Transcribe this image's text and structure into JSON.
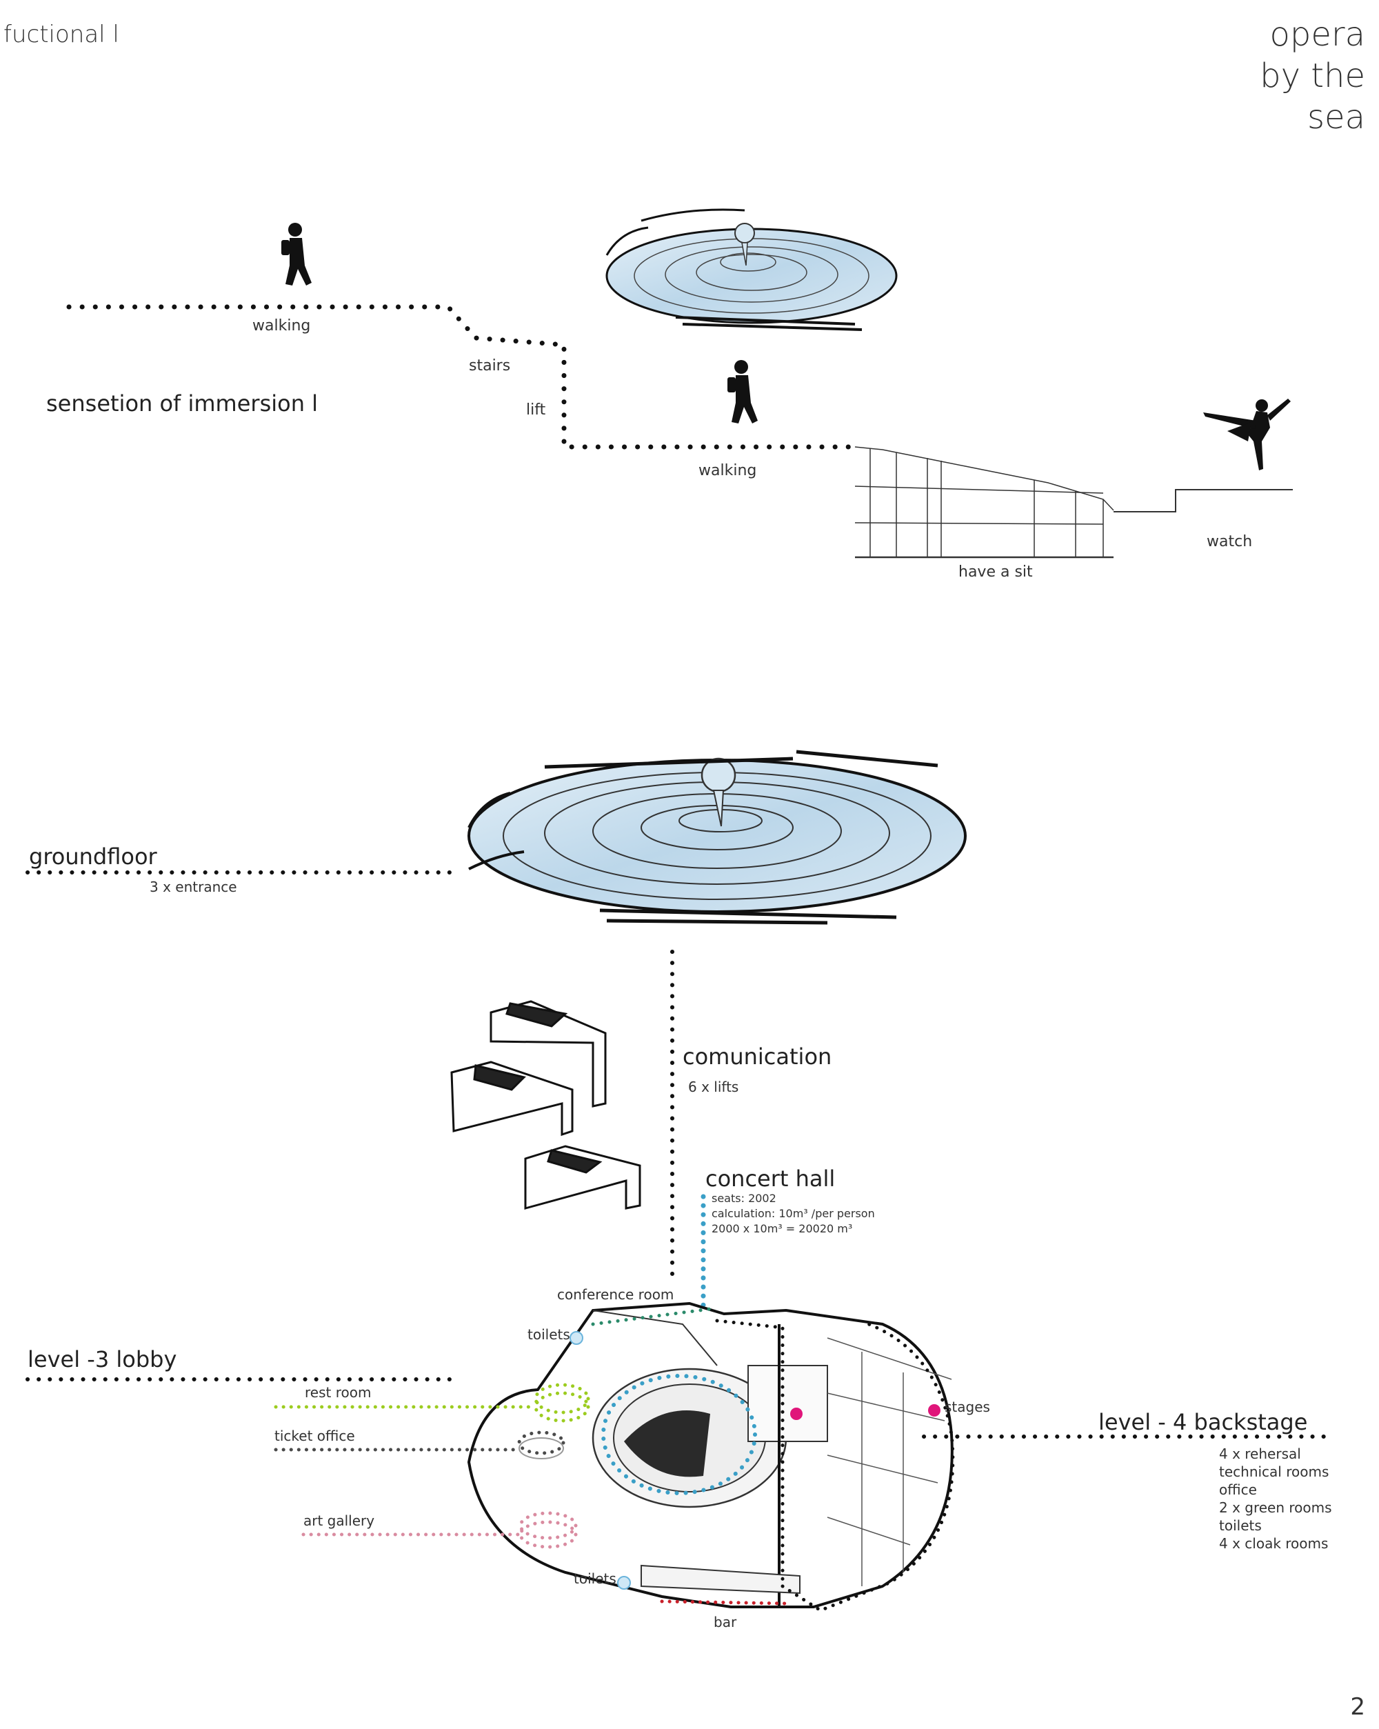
{
  "header": {
    "section_label": "fuctional l",
    "title_lines": [
      "opera",
      "by the",
      "sea"
    ]
  },
  "journey": {
    "heading": "sensetion of immersion l",
    "walking_1": "walking",
    "stairs": "stairs",
    "lift": "lift",
    "walking_2": "walking",
    "have_a_sit": "have a sit",
    "watch": "watch"
  },
  "levels": {
    "groundfloor": {
      "title": "groundfloor",
      "detail": "3 x entrance"
    },
    "communication": {
      "title": "comunication",
      "detail": "6 x lifts"
    },
    "concert_hall": {
      "title": "concert hall",
      "seats": "seats: 2002",
      "calculation": "calculation: 10m³  /per person",
      "formula": "2000 x 10m³ = 20020 m³"
    },
    "lobby": {
      "title": "level -3 lobby"
    },
    "backstage": {
      "title": "level - 4 backstage",
      "items": [
        "4 x rehersal",
        "technical rooms",
        "office",
        "2 x green rooms",
        "toilets",
        "4 x cloak rooms"
      ]
    }
  },
  "rooms": {
    "conference_room": "conference room",
    "toilets_top": "toilets",
    "rest_room": "rest room",
    "ticket_office": "ticket office",
    "art_gallery": "art gallery",
    "toilets_bottom": "toilets",
    "bar": "bar",
    "stages": "stages"
  },
  "colors": {
    "rest_room": "#9ccc1f",
    "ticket_office": "#4a4a4a",
    "art_gallery": "#d98ba0",
    "concert_hall": "#3a9fc7",
    "conference_room": "#2a8a6a",
    "bar": "#c8202a",
    "stages": "#e0157a",
    "toilets": "#a9d6ee",
    "water": "#cfe4f1"
  },
  "page_number": "2"
}
